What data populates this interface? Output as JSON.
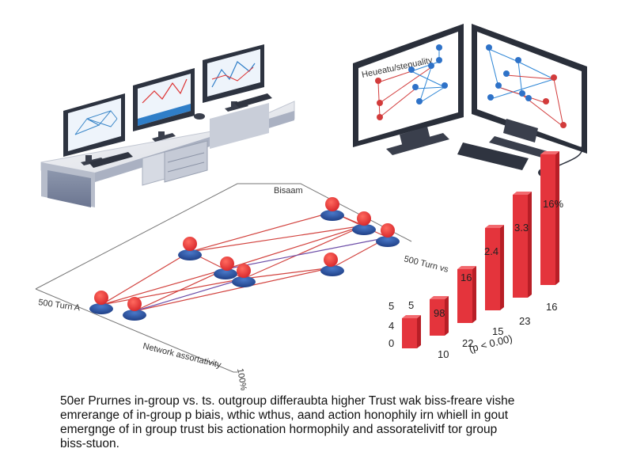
{
  "screens": {
    "left_monitor_3_title": "Heueatu/stepuality"
  },
  "network": {
    "title": "Bisaam",
    "label_right": "500 Turn vs",
    "label_left": "500 Turn A",
    "label_bottom": "Network assortativity",
    "label_bottom2": "100%"
  },
  "chart_data": {
    "type": "bar",
    "values": [
      5,
      98,
      16,
      2.4,
      3.3,
      16
    ],
    "bar_labels_top": [
      "5",
      "98",
      "16",
      "2.4",
      "3.3",
      "16%"
    ],
    "left_ticks": [
      "5",
      "4",
      "0"
    ],
    "bottom_labels": [
      "10",
      "22",
      "15",
      "23",
      "16"
    ],
    "annotation": "(p < 0.00)",
    "bar_color": "#e4343c"
  },
  "caption": {
    "line1": "50er Prurnes in-group vs. ts. outgroup differaubta higher Trust wak biss-freare vishe",
    "line2": "emrerange of in-group p biais, wthic wthus, aand action honophily irn whiell in gout",
    "line3": "emergnge of in group trust bis actionation hormophily and assoratelivitf tor group",
    "line4": "biss-stuon."
  }
}
